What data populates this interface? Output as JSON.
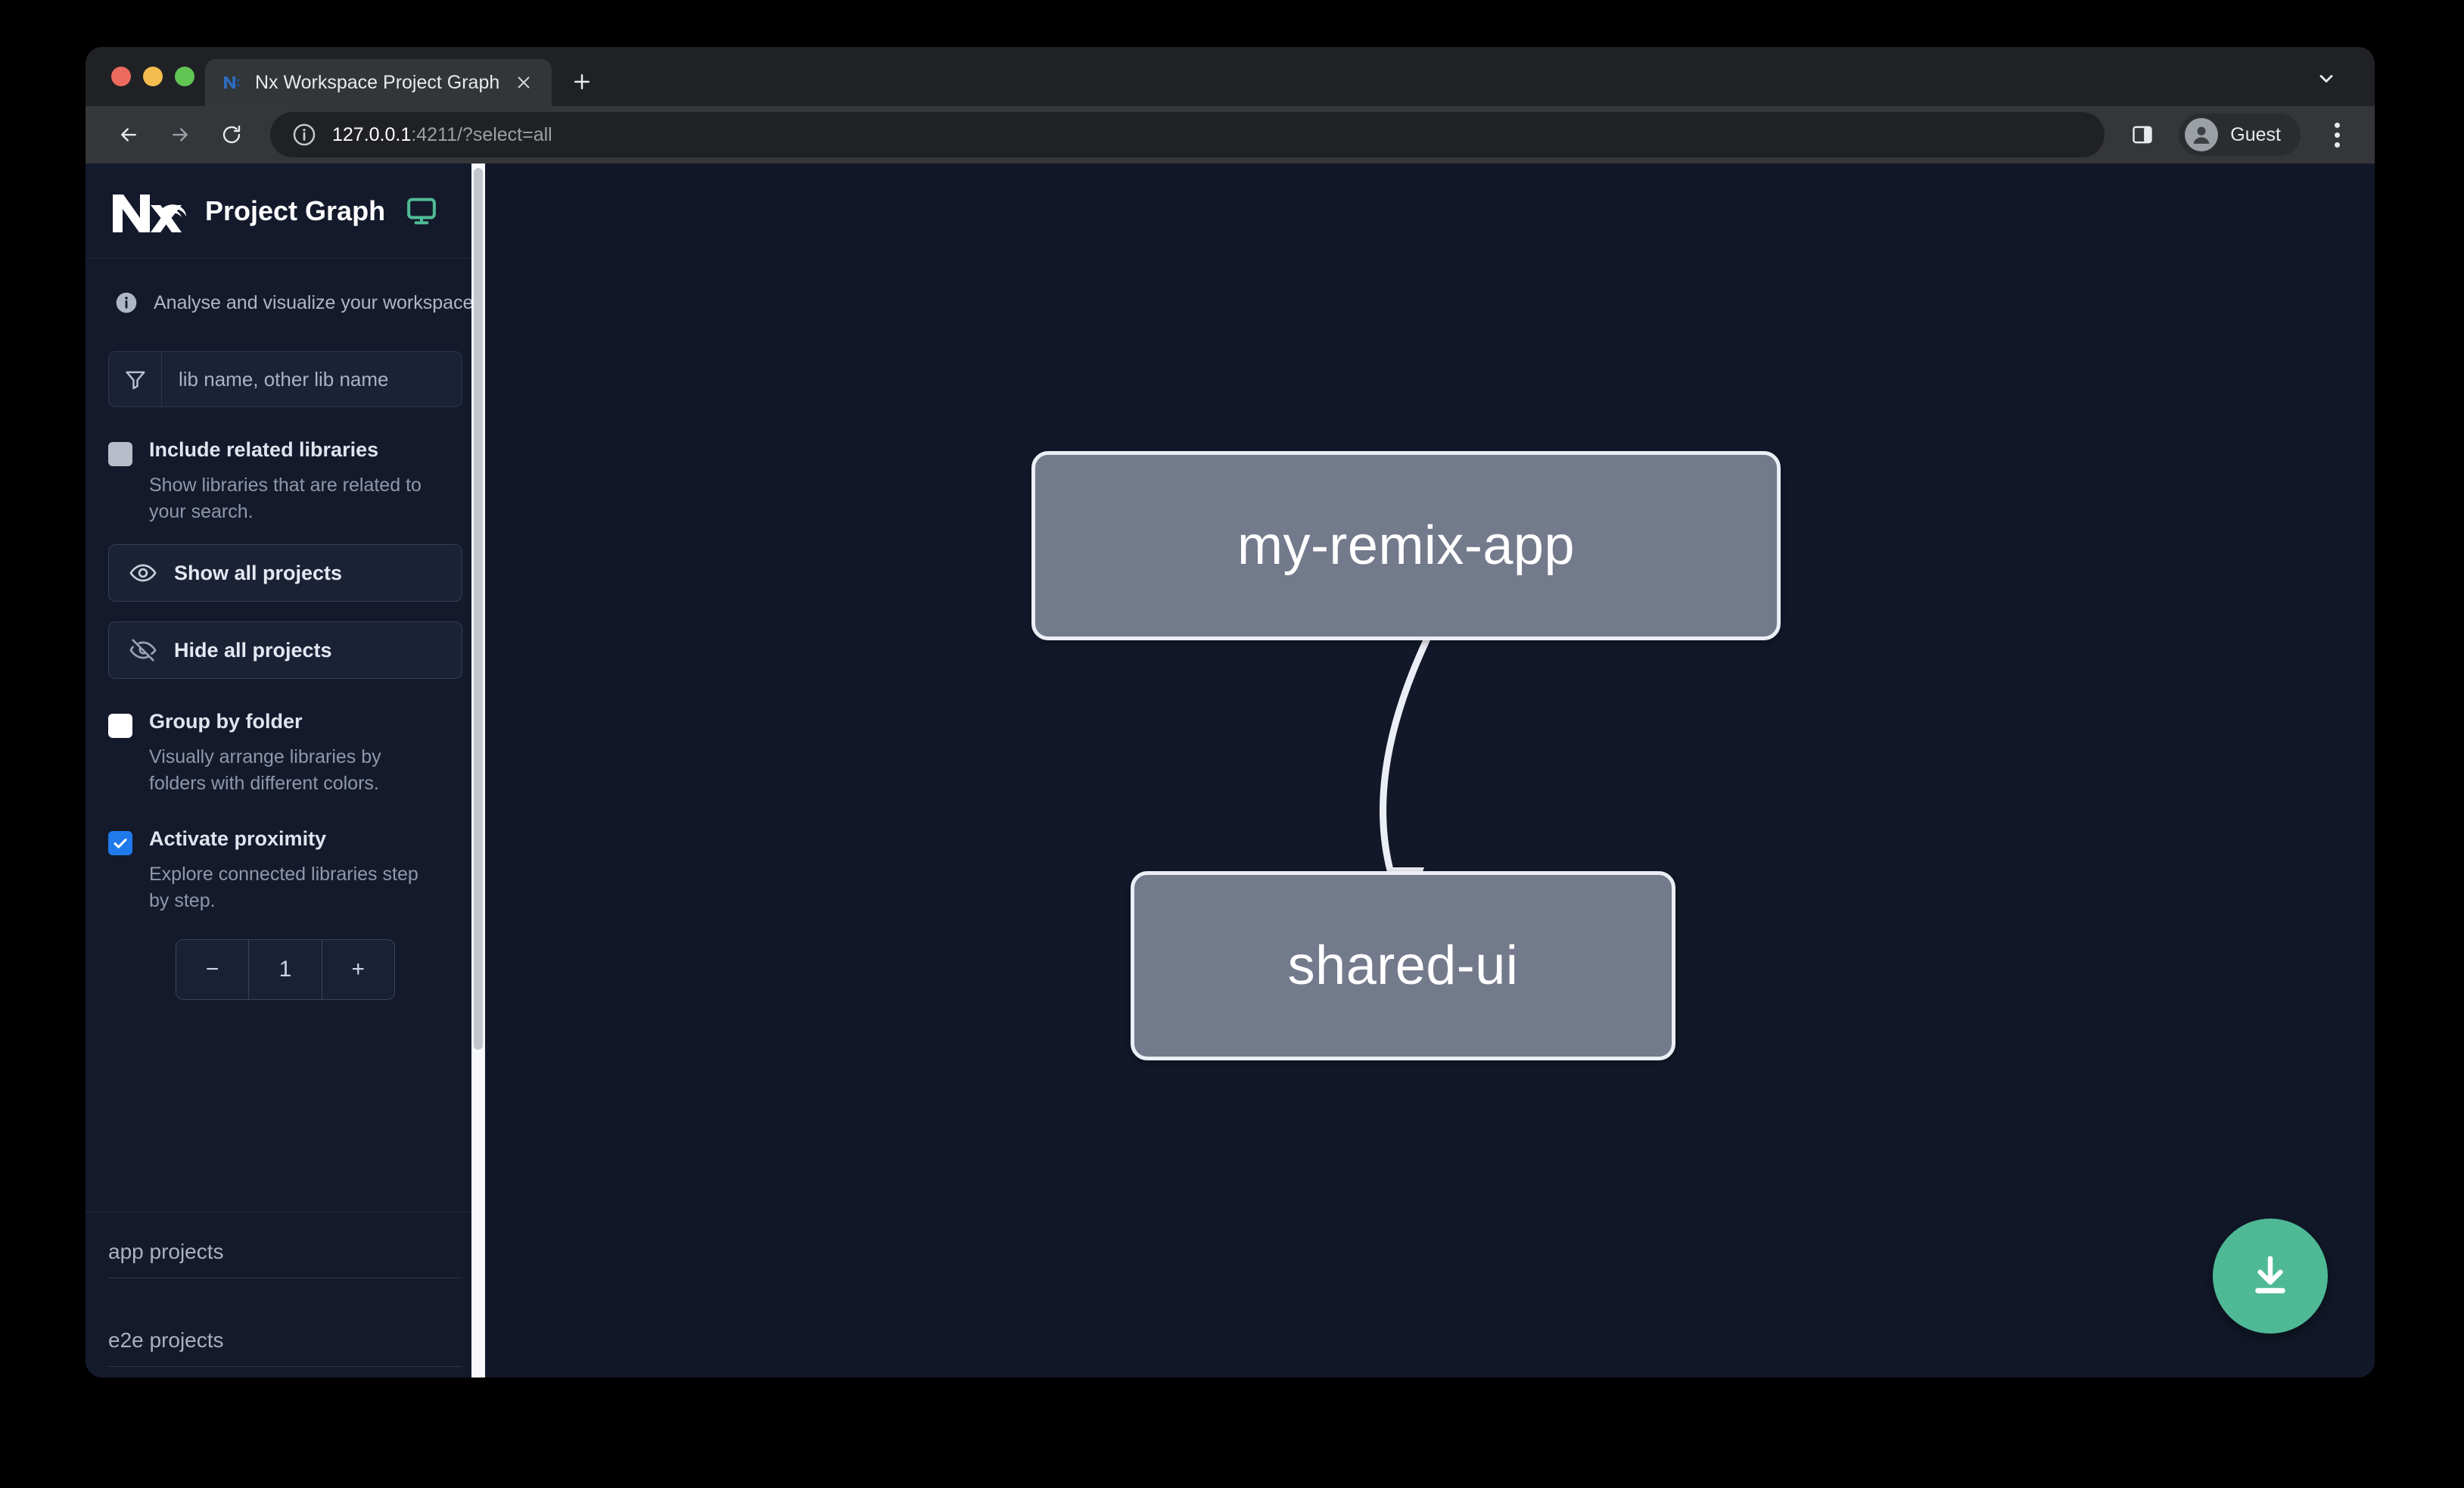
{
  "browser": {
    "tab": {
      "title": "Nx Workspace Project Graph",
      "favicon_icon": "nx-favicon-icon",
      "close_icon": "close-icon"
    },
    "new_tab_icon": "plus-icon",
    "tab_list_icon": "chevron-down-icon",
    "toolbar": {
      "back_icon": "arrow-left-icon",
      "forward_icon": "arrow-right-icon",
      "reload_icon": "reload-icon",
      "site_info_icon": "info-circle-icon",
      "url_host": "127.0.0.1",
      "url_rest": ":4211/?select=all",
      "side_panel_icon": "side-panel-icon",
      "profile_label": "Guest",
      "profile_avatar_icon": "person-avatar-icon",
      "menu_icon": "three-dot-menu-icon"
    }
  },
  "sidebar": {
    "logo_icon": "nx-logo-icon",
    "title": "Project Graph",
    "display_icon": "monitor-icon",
    "info_icon": "info-circle-icon",
    "tagline": "Analyse and visualize your workspace.",
    "filter": {
      "icon": "funnel-filter-icon",
      "placeholder": "lib name, other lib name",
      "value": ""
    },
    "options": [
      {
        "id": "include-related-libraries",
        "label": "Include related libraries",
        "description": "Show libraries that are related to your search.",
        "checked": false,
        "state": "muted"
      },
      {
        "id": "group-by-folder",
        "label": "Group by folder",
        "description": "Visually arrange libraries by folders with different colors.",
        "checked": false,
        "state": "empty"
      },
      {
        "id": "activate-proximity",
        "label": "Activate proximity",
        "description": "Explore connected libraries step by step.",
        "checked": true,
        "state": "checked"
      }
    ],
    "buttons": [
      {
        "id": "show-all-projects",
        "label": "Show all projects",
        "icon": "eye-icon"
      },
      {
        "id": "hide-all-projects",
        "label": "Hide all projects",
        "icon": "eye-off-icon"
      }
    ],
    "proximity_stepper": {
      "decrement_label": "−",
      "value": "1",
      "increment_label": "+"
    },
    "project_groups": [
      {
        "id": "app-projects",
        "title": "app projects"
      },
      {
        "id": "e2e-projects",
        "title": "e2e projects"
      }
    ]
  },
  "graph": {
    "nodes": [
      {
        "id": "my-remix-app",
        "label": "my-remix-app"
      },
      {
        "id": "shared-ui",
        "label": "shared-ui"
      }
    ],
    "edges": [
      {
        "from": "my-remix-app",
        "to": "shared-ui"
      }
    ],
    "download_button": {
      "icon": "download-icon",
      "color": "#4fb996"
    }
  },
  "colors": {
    "page_background": "#121829",
    "sidebar_background": "#141a2c",
    "node_fill": "#737a8c",
    "node_border": "#eceef5",
    "accent_green": "#4fb996",
    "checkbox_checked": "#1f7aec"
  }
}
